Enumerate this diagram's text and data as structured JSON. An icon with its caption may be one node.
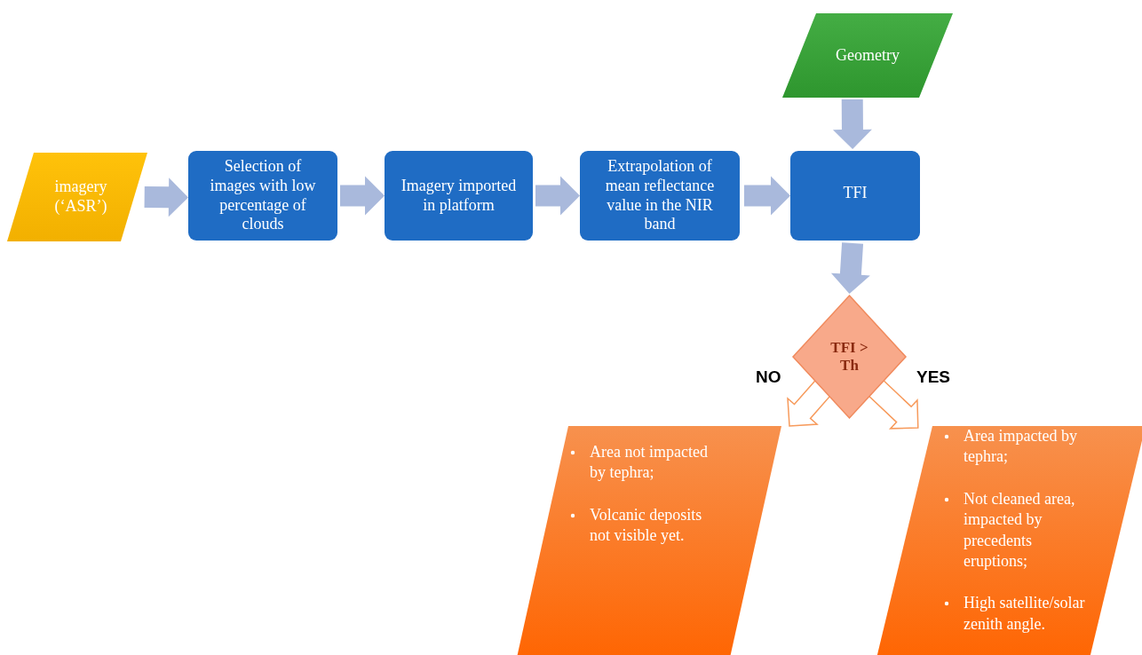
{
  "diagram": {
    "nodes": [
      {
        "text": [
          "imagery (‘ASR’)"
        ]
      },
      {
        "text": [
          "Selection of images with low percentage of clouds"
        ]
      },
      {
        "text": [
          "Imagery imported in platform"
        ]
      },
      {
        "text": [
          "Extrapolation of mean reflectance value in the NIR band"
        ]
      },
      {
        "text": [
          "Geometry"
        ]
      },
      {
        "text": [
          "TFI"
        ]
      },
      {
        "text": [
          "TFI > Th"
        ]
      },
      {
        "text": [
          "Area not impacted by tephra;",
          "Volcanic deposits not visible yet."
        ]
      },
      {
        "text": [
          "Area impacted by tephra;",
          "Not cleaned area, impacted by precedents eruptions;",
          "High satellite/solar zenith angle."
        ]
      }
    ],
    "edges": [
      {
        "from": 0,
        "to": 1,
        "arrow": "to"
      },
      {
        "from": 1,
        "to": 2,
        "arrow": "to"
      },
      {
        "from": 2,
        "to": 3,
        "arrow": "to"
      },
      {
        "from": 3,
        "to": 5,
        "arrow": "to"
      },
      {
        "from": 4,
        "to": 5,
        "arrow": "to"
      },
      {
        "from": 5,
        "to": 6,
        "arrow": "to"
      },
      {
        "from": 6,
        "to": 7,
        "arrow": "to",
        "label": "NO",
        "color": "#f79a5b"
      },
      {
        "from": 6,
        "to": 8,
        "arrow": "to",
        "label": "YES",
        "color": "#f79a5b"
      }
    ]
  }
}
